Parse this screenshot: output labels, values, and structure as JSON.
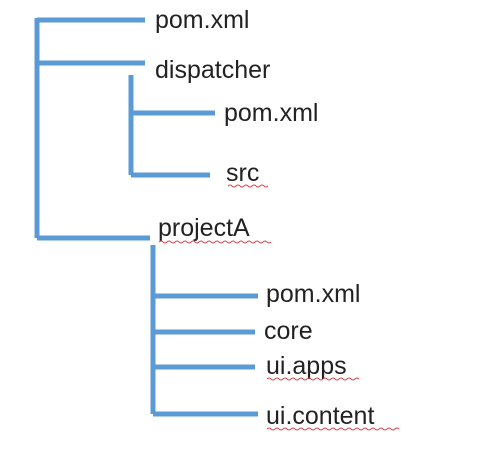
{
  "tree": {
    "root_label": "",
    "children": [
      {
        "label": "pom.xml"
      },
      {
        "label": "dispatcher",
        "children": [
          {
            "label": "pom.xml"
          },
          {
            "label": "src",
            "spellcheck": true
          }
        ]
      },
      {
        "label": "projectA",
        "spellcheck": true,
        "children": [
          {
            "label": "pom.xml"
          },
          {
            "label": "core"
          },
          {
            "label": "ui.apps",
            "spellcheck": true
          },
          {
            "label": "ui.content",
            "spellcheck": true
          }
        ]
      }
    ]
  },
  "colors": {
    "connector": "#5b9bd5",
    "text": "#222222",
    "spellcheck_underline": "#e04646"
  }
}
